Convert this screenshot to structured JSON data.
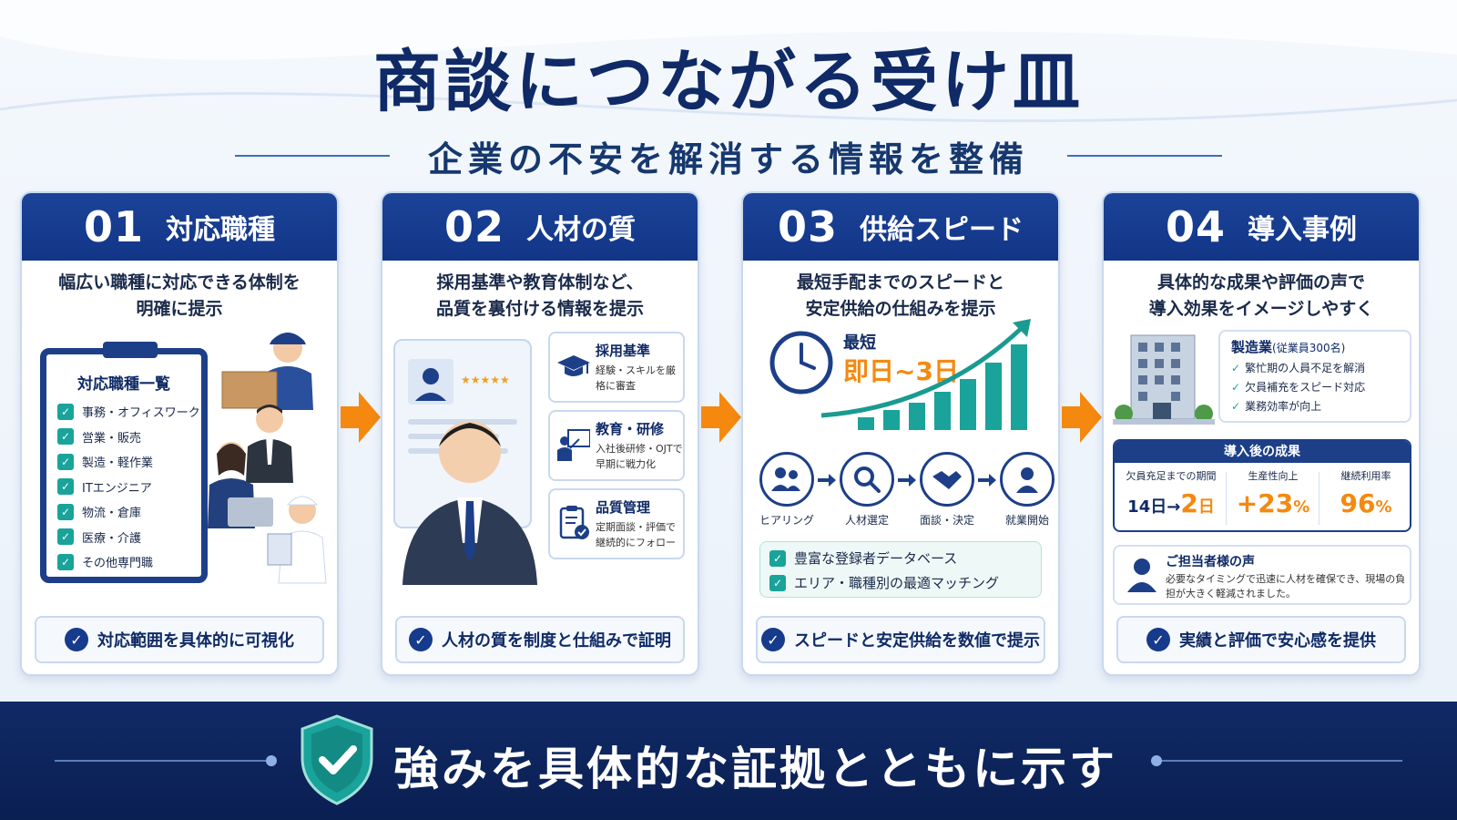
{
  "header": {
    "title": "商談につながる受け皿",
    "subtitle": "企業の不安を解消する情報を整備"
  },
  "cards": [
    {
      "num": "01",
      "title": "対応職種",
      "desc_lines": [
        "幅広い職種に対応できる体制を",
        "明確に提示"
      ],
      "list_title": "対応職種一覧",
      "jobs": [
        "事務・オフィスワーク",
        "営業・販売",
        "製造・軽作業",
        "ITエンジニア",
        "物流・倉庫",
        "医療・介護",
        "その他専門職"
      ],
      "footer": "対応範囲を具体的に可視化"
    },
    {
      "num": "02",
      "title": "人材の質",
      "desc_lines": [
        "採用基準や教育体制など、",
        "品質を裏付ける情報を提示"
      ],
      "features": [
        {
          "title": "採用基準",
          "desc": "経験・スキルを厳格に審査",
          "icon": "graduation-cap-icon"
        },
        {
          "title": "教育・研修",
          "desc": "入社後研修・OJTで早期に戦力化",
          "icon": "training-icon"
        },
        {
          "title": "品質管理",
          "desc": "定期面談・評価で継続的にフォロー",
          "icon": "clipboard-check-icon"
        }
      ],
      "footer": "人材の質を制度と仕組みで証明"
    },
    {
      "num": "03",
      "title": "供給スピード",
      "desc_lines": [
        "最短手配までのスピードと",
        "安定供給の仕組みを提示"
      ],
      "speed_label": "最短",
      "speed_value": "即日~3日",
      "steps": [
        "ヒアリング",
        "人材選定",
        "面談・決定",
        "就業開始"
      ],
      "db_items": [
        "豊富な登録者データベース",
        "エリア・職種別の最適マッチング"
      ],
      "footer": "スピードと安定供給を数値で提示"
    },
    {
      "num": "04",
      "title": "導入事例",
      "desc_lines": [
        "具体的な成果や評価の声で",
        "導入効果をイメージしやすく"
      ],
      "case_title": "製造業",
      "case_sub": "(従業員300名)",
      "case_items": [
        "繁忙期の人員不足を解消",
        "欠員補充をスピード対応",
        "業務効率が向上"
      ],
      "result_title": "導入後の成果",
      "metrics": [
        {
          "label": "欠員充足までの期間",
          "before": "14日",
          "arrow": "→",
          "value": "2",
          "unit": "日"
        },
        {
          "label": "生産性向上",
          "value": "+23",
          "unit": "%"
        },
        {
          "label": "継続利用率",
          "value": "96",
          "unit": "%"
        }
      ],
      "voice_title": "ご担当者様の声",
      "voice_text": "必要なタイミングで迅速に人材を確保でき、現場の負担が大きく軽減されました。",
      "footer": "実績と評価で安心感を提供"
    }
  ],
  "banner": {
    "text": "強みを具体的な証拠とともに示す"
  },
  "colors": {
    "navy": "#123587",
    "accent_orange": "#f5890f",
    "teal": "#19a39a"
  }
}
